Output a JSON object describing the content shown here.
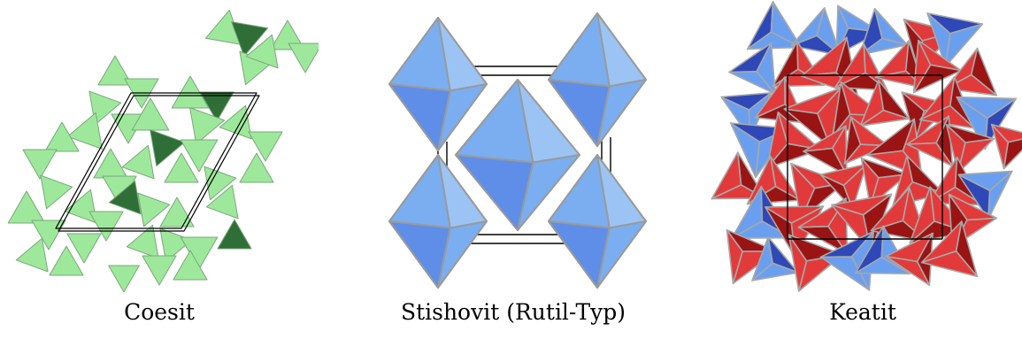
{
  "panels": [
    {
      "caption": "Coesit",
      "colors": {
        "light": "#9ee89c",
        "dark": "#2f6e37",
        "edge": "#7aa87a"
      }
    },
    {
      "caption": "Stishovit (Rutil-Typ)",
      "colors": {
        "light": "#7aaef0",
        "dark": "#2f4fd0",
        "edge": "#9a9a9a"
      }
    },
    {
      "caption": "Keatit",
      "colors": {
        "red": "#e23a3a",
        "darkred": "#9a1414",
        "blue": "#6a9ff0",
        "darkblue": "#2f48b8",
        "edge": "#a8a8a8"
      }
    }
  ]
}
